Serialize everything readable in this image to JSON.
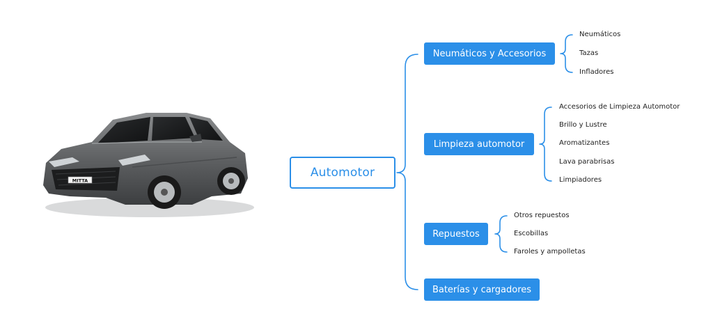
{
  "colors": {
    "accent": "#2b8fe8",
    "leaf_text": "#222222",
    "background": "#ffffff"
  },
  "image": {
    "subject": "car-photo",
    "plate_text": "MITTA"
  },
  "root": {
    "label": "Automotor"
  },
  "categories": [
    {
      "label": "Neumáticos y Accesorios",
      "children": [
        "Neumáticos",
        "Tazas",
        "Infladores"
      ]
    },
    {
      "label": "Limpieza automotor",
      "children": [
        "Accesorios de Limpieza Automotor",
        "Brillo y Lustre",
        "Aromatizantes",
        "Lava parabrisas",
        "Limpiadores"
      ]
    },
    {
      "label": "Repuestos",
      "children": [
        "Otros repuestos",
        "Escobillas",
        "Faroles y ampolletas"
      ]
    },
    {
      "label": "Baterías y cargadores",
      "children": []
    }
  ]
}
